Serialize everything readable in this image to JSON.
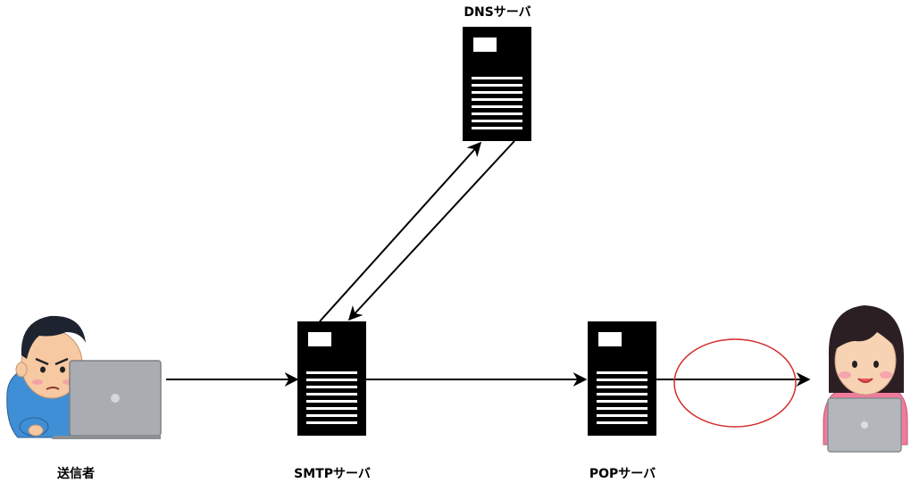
{
  "labels": {
    "dns": "DNSサーバ",
    "smtp": "SMTPサーバ",
    "pop": "POPサーバ",
    "sender": "送信者"
  },
  "colors": {
    "server": "#000000",
    "highlight_ellipse": "#d32f2f",
    "sender_shirt": "#3f8fd6",
    "laptop": "#a9acb0",
    "receiver_shirt": "#f07b9b"
  },
  "icons": [
    "sender-person-icon",
    "dns-server-icon",
    "smtp-server-icon",
    "pop-server-icon",
    "receiver-person-icon"
  ]
}
